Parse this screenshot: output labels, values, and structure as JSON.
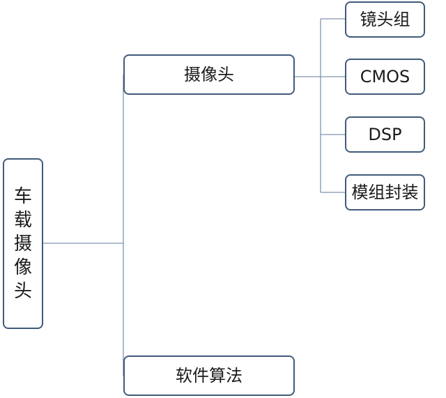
{
  "diagram": {
    "root": {
      "label": "车载摄像头"
    },
    "camera": {
      "label": "摄像头"
    },
    "algorithm": {
      "label": "软件算法"
    },
    "components": [
      {
        "label": "镜头组"
      },
      {
        "label": "CMOS"
      },
      {
        "label": "DSP"
      },
      {
        "label": "模组封装"
      }
    ],
    "colors": {
      "border": "#3f5a7a",
      "connector": "#7f94ad",
      "text": "#1a1a1a",
      "background": "#ffffff"
    }
  }
}
